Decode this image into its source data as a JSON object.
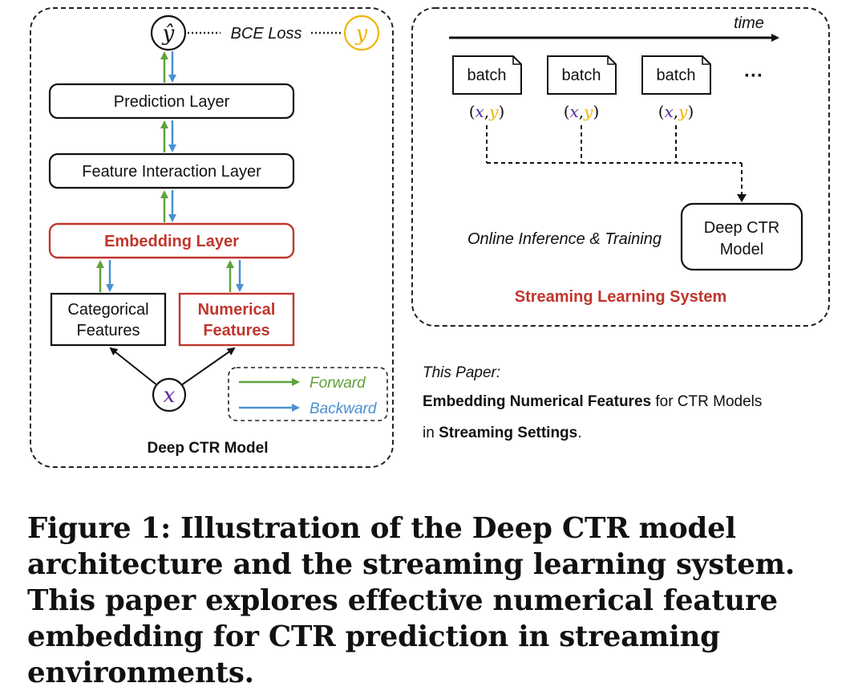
{
  "left_panel": {
    "title": "Deep CTR Model",
    "y_hat": "ŷ",
    "y": "y",
    "x": "x",
    "loss_label": "BCE Loss",
    "layers": {
      "prediction": "Prediction Layer",
      "interaction": "Feature Interaction Layer",
      "embedding": "Embedding Layer"
    },
    "categorical": [
      "Categorical",
      "Features"
    ],
    "numerical": [
      "Numerical",
      "Features"
    ],
    "legend": {
      "forward": "Forward",
      "backward": "Backward"
    }
  },
  "right_panel": {
    "title": "Streaming Learning System",
    "time_label": "time",
    "batch_label": "batch",
    "ellipsis": "···",
    "pair": {
      "open": "(",
      "x": "x",
      "comma": ",",
      "y": "y",
      "close": ")"
    },
    "online_label": "Online Inference & Training",
    "model_box": [
      "Deep CTR",
      "Model"
    ]
  },
  "paper_note": {
    "lead": "This Paper:",
    "line1_bold": "Embedding Numerical Features",
    "line1_rest": " for CTR Models",
    "line2_pre": "in ",
    "line2_bold": "Streaming Settings",
    "line2_post": "."
  },
  "caption": "Figure 1: Illustration of the Deep CTR model architecture and the streaming learning system. This paper explores effective numerical feature embedding for CTR prediction in streaming environments.",
  "colors": {
    "red": "#c0362c",
    "green": "#5fa13a",
    "blue": "#4a90d0",
    "purple": "#5a2a9a",
    "gold": "#f0b400"
  }
}
